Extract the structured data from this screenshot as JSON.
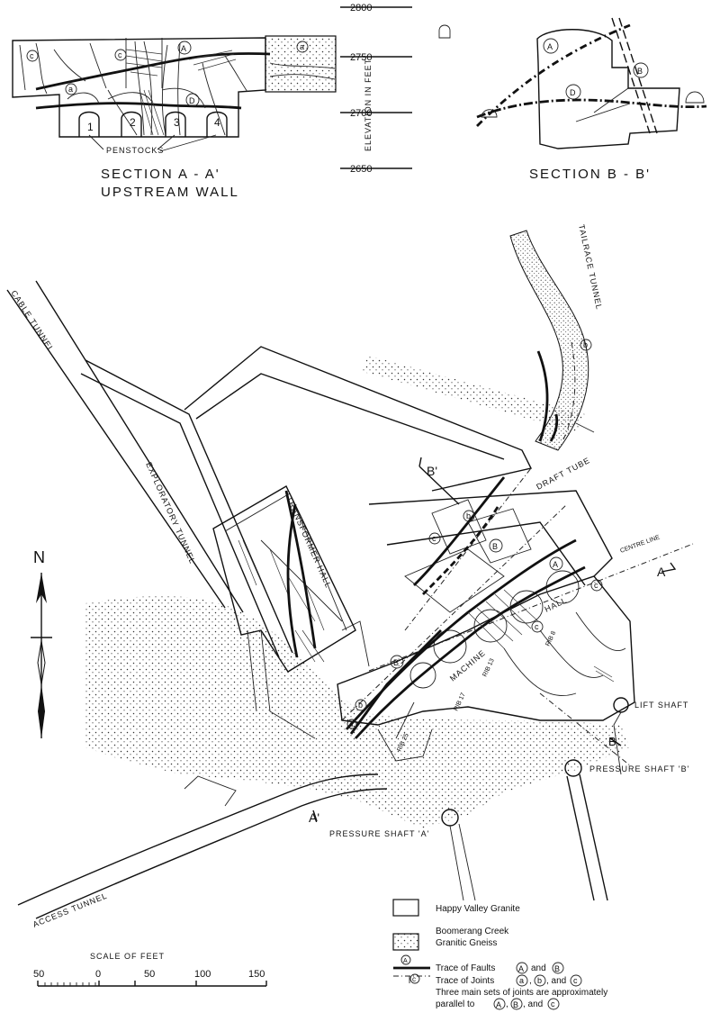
{
  "section_aa": {
    "title": "SECTION  A - A'",
    "subtitle": "UPSTREAM  WALL",
    "penstocks_label": "PENSTOCKS",
    "penstock_numbers": [
      "1",
      "2",
      "3",
      "4"
    ]
  },
  "elevation": {
    "axis_label": "ELEVATION  IN  FEET",
    "ticks": [
      "2800",
      "2750",
      "2700",
      "2650"
    ]
  },
  "section_bb": {
    "title": "SECTION  B - B'"
  },
  "circle_letters": {
    "A": "A",
    "B": "B",
    "D": "D",
    "a": "a",
    "b": "b",
    "c": "c"
  },
  "plan": {
    "cable_tunnel": "CABLE  TUNNEL",
    "exploratory_tunnel": "EXPLORATORY  TUNNEL",
    "transformer_hall": "TRANSFORMER  HALL",
    "tailrace_tunnel": "TAILRACE  TUNNEL",
    "draft_tube": "DRAFT  TUBE",
    "centre_line": "CENTRE  LINE",
    "machine_hall": "MACHINE",
    "hall": "HALL",
    "lift_shaft": "LIFT  SHAFT",
    "pressure_shaft_a": "PRESSURE  SHAFT  'A'",
    "pressure_shaft_b": "PRESSURE  SHAFT  'B'",
    "access_tunnel": "ACCESS  TUNNEL",
    "section_b_prime": "B'",
    "section_b": "B",
    "section_a": "A",
    "section_a_prime": "A'",
    "north": "N",
    "ribs": [
      "RIB 8",
      "RIB 13",
      "RIB 17",
      "RIB 25"
    ]
  },
  "legend": {
    "granite": "Happy  Valley  Granite",
    "gneiss_1": "Boomerang  Creek",
    "gneiss_2": "Granitic  Gneiss",
    "faults_prefix": "Trace  of  Faults",
    "faults_and": "and",
    "joints_prefix": "Trace  of  Joints",
    "joints_sep": ",",
    "joints_and": ", and",
    "note_1": "Three  main  sets  of  joints  are  approximately",
    "note_2": "parallel  to",
    "note_and": ", and"
  },
  "scale": {
    "title": "SCALE  OF  FEET",
    "ticks": [
      "50",
      "0",
      "50",
      "100",
      "150"
    ]
  }
}
